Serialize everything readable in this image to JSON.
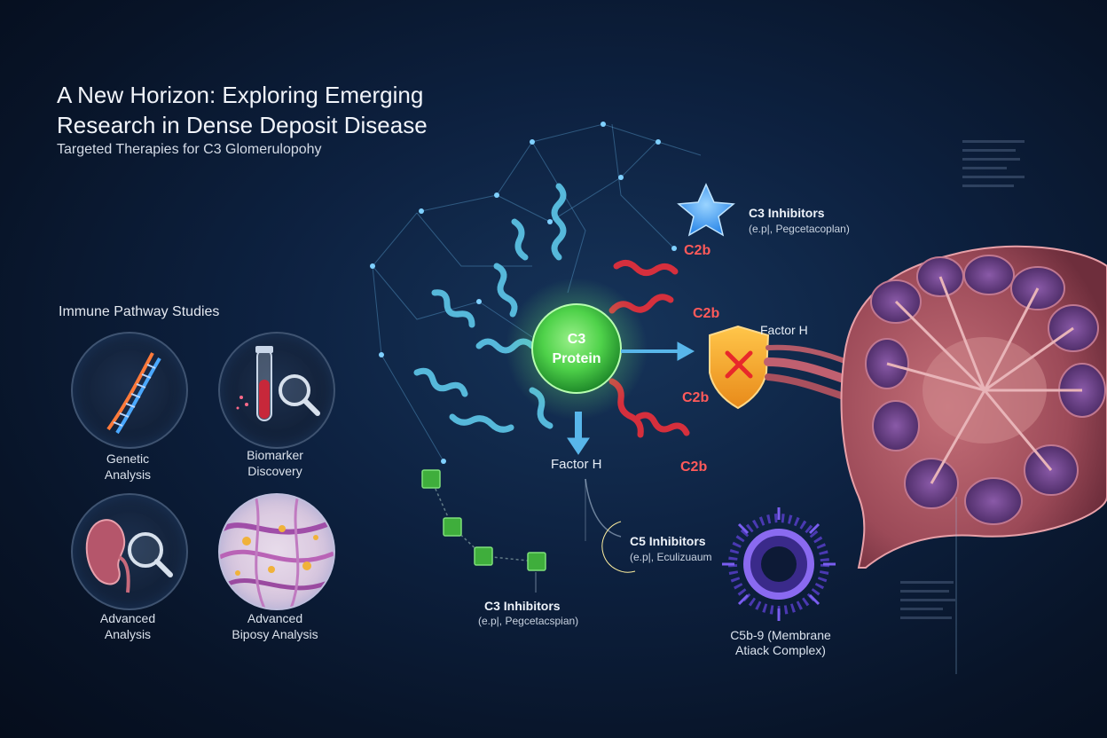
{
  "header": {
    "title_line1": "A New Horizon: Exploring Emerging",
    "title_line2": "Research in Dense Deposit Disease",
    "subtitle": "Targeted Therapies for C3 Glomerulopohy"
  },
  "pathway": {
    "heading": "Immune Pathway Studies",
    "cards": [
      {
        "line1": "Genetic",
        "line2": "Analysis"
      },
      {
        "line1": "Biomarker",
        "line2": "Discovery"
      },
      {
        "line1": "Advanced",
        "line2": "Analysis"
      },
      {
        "line1": "Advanced",
        "line2": "Biposy Analysis"
      }
    ]
  },
  "diagram": {
    "c3_line1": "C3",
    "c3_line2": "Protein",
    "c2b_labels": [
      "C2b",
      "C2b",
      "C2b",
      "C2b"
    ],
    "factor_h_top": "Factor H",
    "factor_h_bottom": "Factor H",
    "c3_inhib_top_title": "C3 Inhibitors",
    "c3_inhib_top_sub": "(e.p|, Pegcetacoplan)",
    "c3_inhib_bottom_title": "C3 Inhibitors",
    "c3_inhib_bottom_sub": "(e.p|, Pegcetacspian)",
    "c5_title": "C5 Inhibitors",
    "c5_sub": "(e.p|, Eculizuaum",
    "c5b9_line1": "C5b-9 (Membrane",
    "c5b9_line2": "Atiack Complex)"
  },
  "colors": {
    "c3_green": "#4fd24a",
    "c2b_red": "#ff5a5a",
    "ribbon_blue": "#5ec8ea",
    "ribbon_red": "#e0303c",
    "arrow_blue": "#58b6ea",
    "shield_orange": "#f4a12a",
    "star_blue": "#3aa8ff",
    "moon_yellow": "#f7d54a",
    "mac_purple": "#6a4ee0"
  }
}
